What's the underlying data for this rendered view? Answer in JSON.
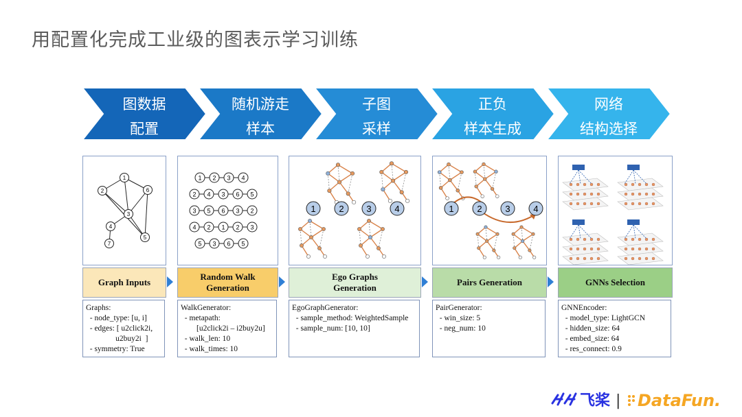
{
  "title": "用配置化完成工业级的图表示学习训练",
  "stages": [
    {
      "line1": "图数据",
      "line2": "配置",
      "color": "#1466b8"
    },
    {
      "line1": "随机游走",
      "line2": "样本",
      "color": "#1b79c7"
    },
    {
      "line1": "子图",
      "line2": "采样",
      "color": "#258cd6"
    },
    {
      "line1": "正负",
      "line2": "样本生成",
      "color": "#2aa3e3"
    },
    {
      "line1": "网络",
      "line2": "结构选择",
      "color": "#35b4ec"
    }
  ],
  "graph_inputs": {
    "nodes": [
      "1",
      "2",
      "3",
      "4",
      "5",
      "6",
      "7"
    ]
  },
  "random_walks": [
    [
      "1",
      "2",
      "3",
      "4"
    ],
    [
      "2",
      "4",
      "3",
      "6",
      "5"
    ],
    [
      "3",
      "5",
      "6",
      "3",
      "2"
    ],
    [
      "4",
      "2",
      "1",
      "2",
      "3"
    ],
    [
      "5",
      "3",
      "6",
      "5"
    ]
  ],
  "ego_labels": [
    "1",
    "2",
    "3",
    "4"
  ],
  "pair_labels": [
    "1",
    "2",
    "3",
    "4"
  ],
  "categories": [
    {
      "label": "Graph Inputs",
      "color": "#fbe7b9"
    },
    {
      "label": "Random Walk Generation",
      "color": "#f8cd6a"
    },
    {
      "label": "Ego Graphs Generation",
      "color": "#dff0d8"
    },
    {
      "label": "Pairs Generation",
      "color": "#b9dca8"
    },
    {
      "label": "GNNs Selection",
      "color": "#9bcf86"
    }
  ],
  "configs": [
    {
      "lines": [
        "Graphs:",
        "  - node_type: [u, i]",
        "  - edges: [ u2click2i,",
        "               u2buy2i  ]",
        "  - symmetry: True"
      ]
    },
    {
      "lines": [
        "WalkGenerator:",
        "  - metapath:",
        "        [u2click2i – i2buy2u]",
        "  - walk_len: 10",
        "  - walk_times: 10"
      ]
    },
    {
      "lines": [
        "EgoGraphGenerator:",
        "  - sample_method: WeightedSample",
        "  - sample_num: [10, 10]"
      ]
    },
    {
      "lines": [
        "PairGenerator:",
        "  - win_size: 5",
        "  - neg_num: 10"
      ]
    },
    {
      "lines": [
        "GNNEncoder:",
        "  - model_type: LightGCN",
        "  - hidden_size: 64",
        "  - embed_size: 64",
        "  - res_connect: 0.9"
      ]
    }
  ],
  "logo": {
    "paddle_text": "飞桨",
    "separator": "|",
    "datafun_text": "DataFun.",
    "paddle_color": "#2932e1",
    "datafun_color": "#f5a623"
  }
}
